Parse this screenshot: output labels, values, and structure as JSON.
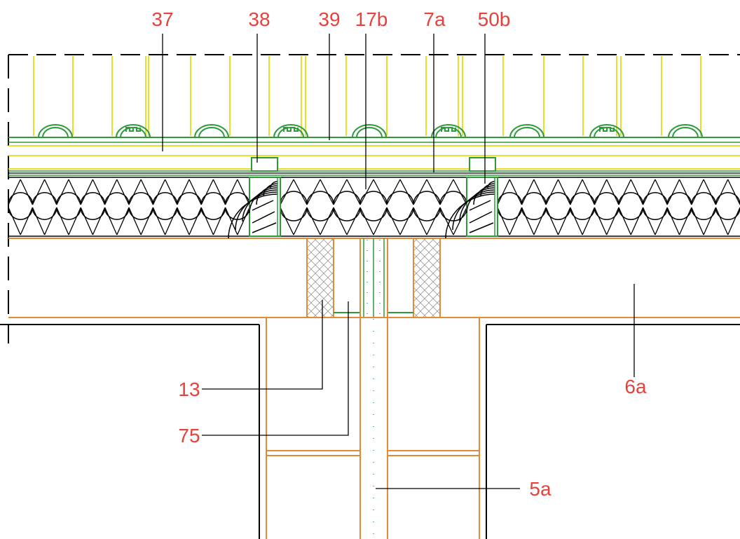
{
  "diagram": {
    "type": "technical-construction-section",
    "callouts": {
      "c37": "37",
      "c38": "38",
      "c39": "39",
      "c17b": "17b",
      "c7a": "7a",
      "c50b": "50b",
      "c13": "13",
      "c75": "75",
      "c6a": "6a",
      "c5a": "5a"
    },
    "colors": {
      "label": "#e8403a",
      "leader": "#000000",
      "tile": "#2e9b3a",
      "batten": "#e5e02a",
      "board": "#e08a3a",
      "insulation": "#000000",
      "membrane": "#1f9fb0"
    }
  }
}
